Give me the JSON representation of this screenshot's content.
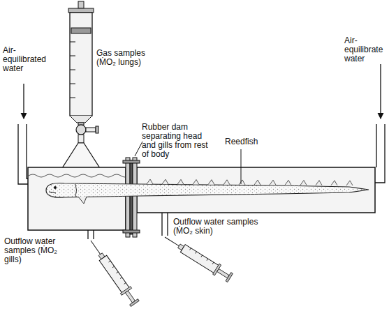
{
  "diagram": {
    "labels": [
      "Gas samples (ṀO₂ lungs)",
      "Air-equilibrated water",
      "Rubber dam separating head and gills from rest of body",
      "Reedfish",
      "Air-equilibrate water",
      "Outflow water samples (ṀO₂ gills)",
      "Outflow water samples (ṀO₂ skin)"
    ]
  }
}
